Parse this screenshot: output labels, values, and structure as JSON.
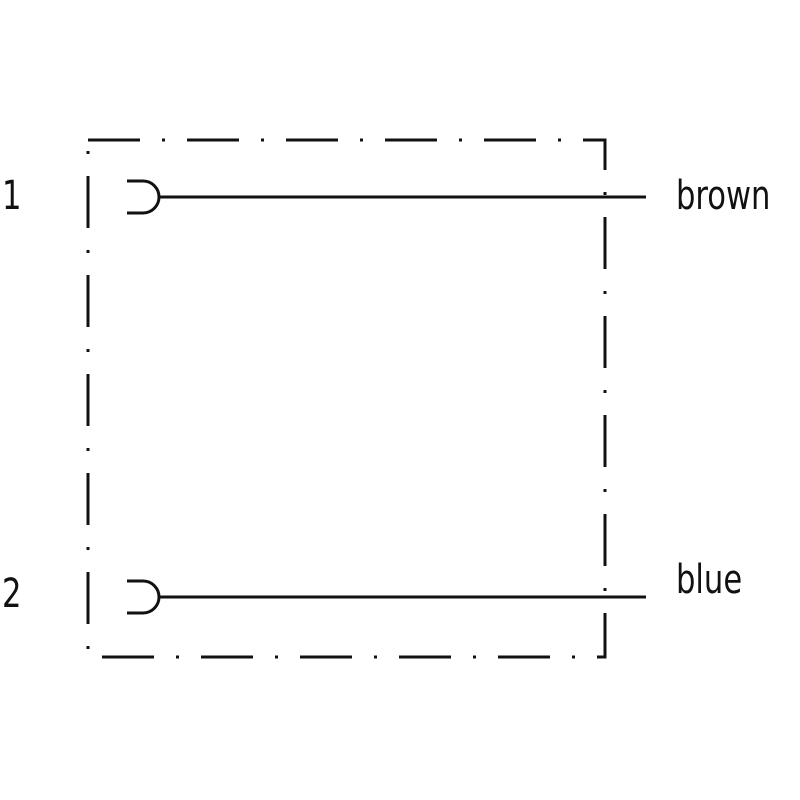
{
  "pins": [
    {
      "number": "1",
      "wire_color": "brown"
    },
    {
      "number": "2",
      "wire_color": "blue"
    }
  ],
  "colors": {
    "line": "#111111",
    "background": "#ffffff"
  }
}
